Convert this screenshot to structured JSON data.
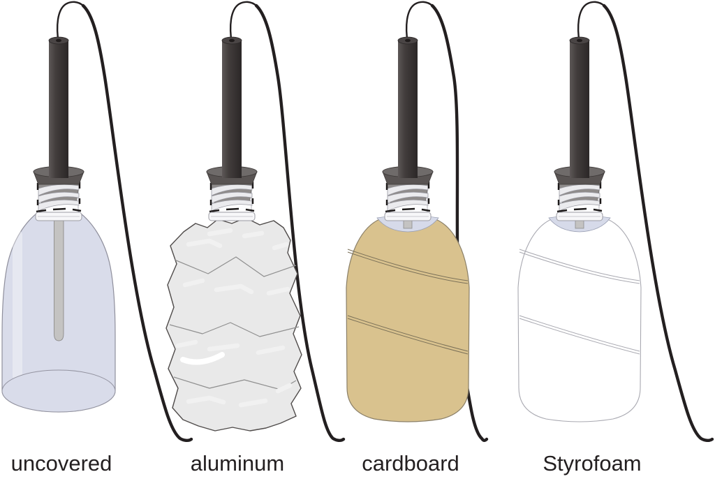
{
  "figure": {
    "description": "Four bottles fitted with temperature probes on cables, each with a different covering",
    "bottles": [
      {
        "label": "uncovered",
        "covering": "none",
        "color": "#D9DCEA"
      },
      {
        "label": "aluminum",
        "covering": "crumpled aluminum foil",
        "color": "#E9E9E9"
      },
      {
        "label": "cardboard",
        "covering": "wrapped cardboard",
        "color": "#D9C28E"
      },
      {
        "label": "Styrofoam",
        "covering": "wrapped Styrofoam",
        "color": "#FFFFFF"
      }
    ],
    "colors": {
      "background": "#FFFFFF",
      "probe": "#3B3636",
      "cable": "#231F20",
      "stopper": "#8F8C8B",
      "bottle_plastic": "#D9DCEA",
      "label_text": "#231F20"
    }
  }
}
